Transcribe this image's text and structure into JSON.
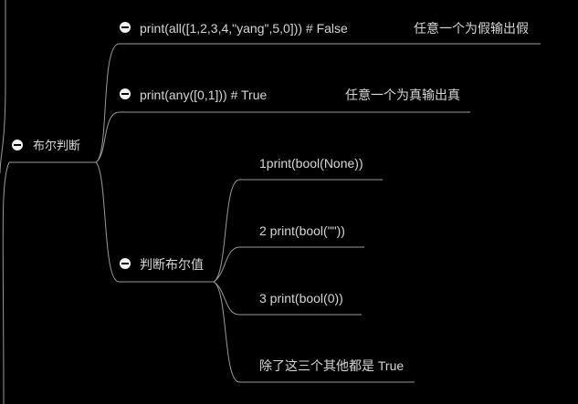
{
  "colors": {
    "background": "#000000",
    "text": "#d6d6d6",
    "branch_line": "#9a9a9a",
    "collapse_button": "#f2f2f2"
  },
  "mindmap": {
    "root": {
      "label": "布尔判断"
    },
    "branches": [
      {
        "label": "print(all([1,2,3,4,\"yang\",5,0])) # False",
        "note": "任意一个为假输出假"
      },
      {
        "label": "print(any([0,1])) # True",
        "note": "任意一个为真输出真"
      },
      {
        "label": "判断布尔值",
        "children": [
          {
            "label": "1print(bool(None))"
          },
          {
            "label": "2 print(bool(\"\"))"
          },
          {
            "label": "3 print(bool(0))"
          },
          {
            "label": "除了这三个其他都是 True"
          }
        ]
      }
    ]
  }
}
